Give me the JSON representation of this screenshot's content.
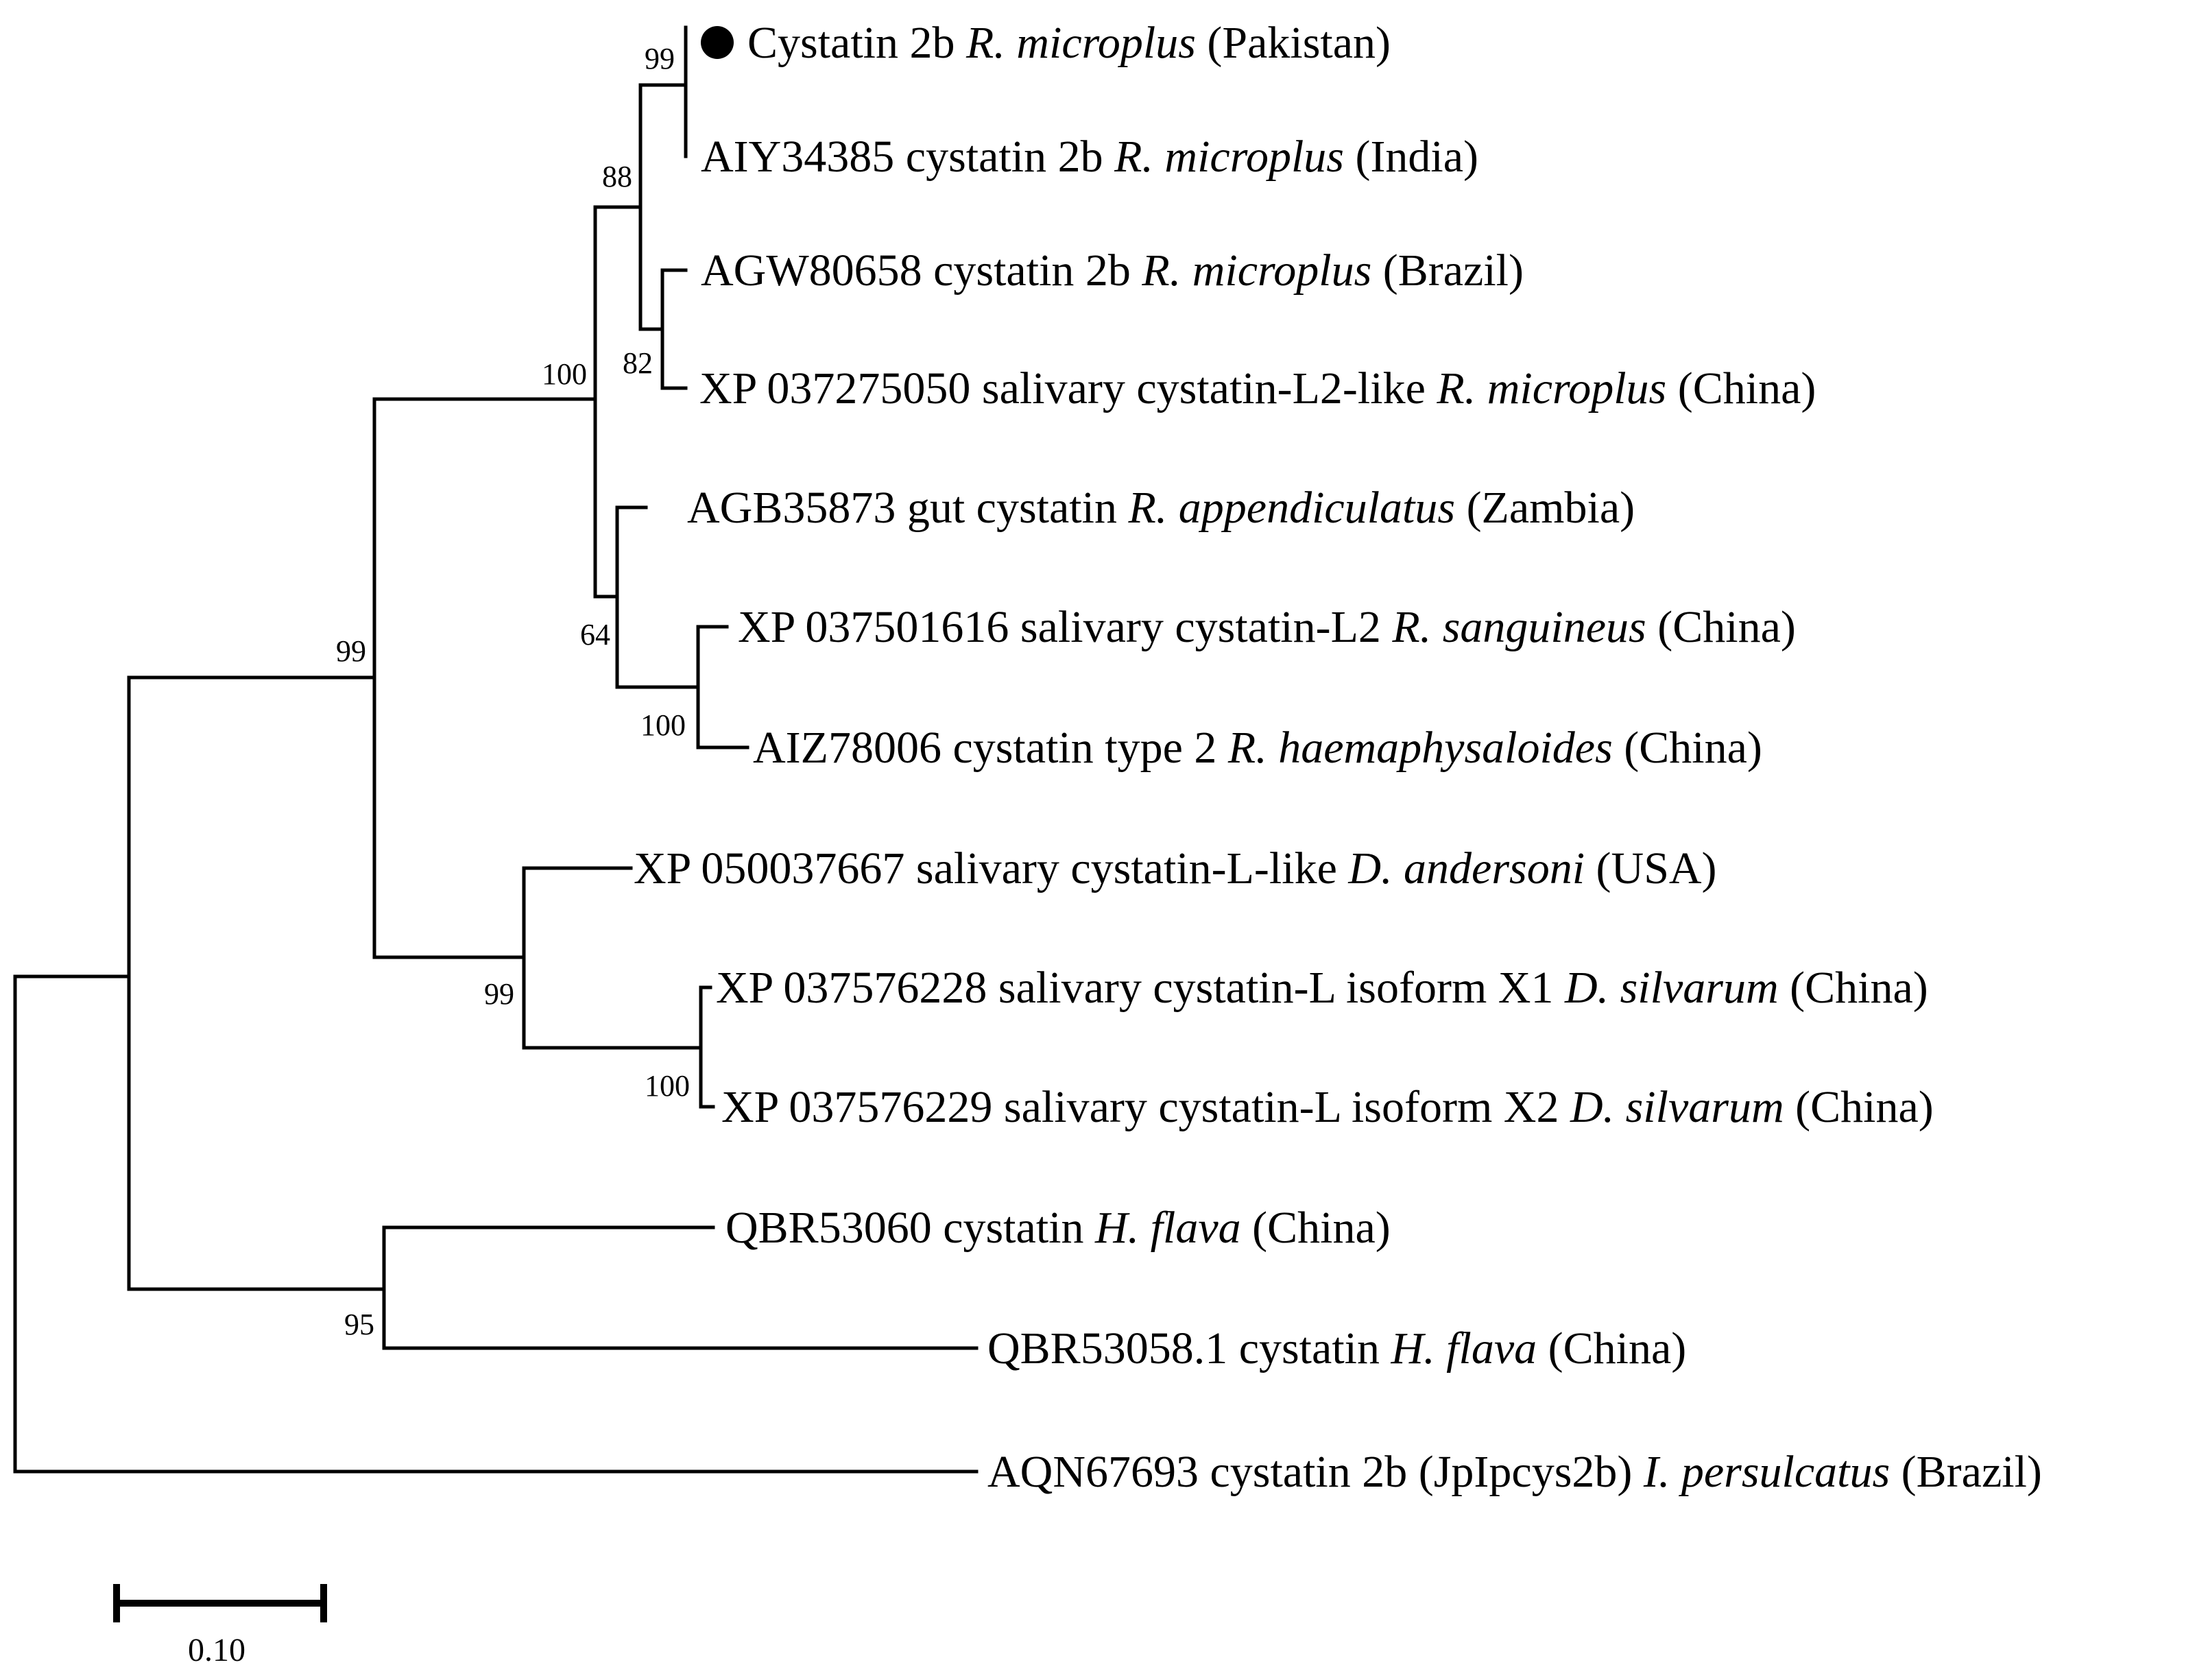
{
  "tree": {
    "marker_color": "#000000",
    "leaves": [
      {
        "id": "L1",
        "parts": [
          [
            "Cystatin 2b ",
            false
          ],
          [
            "R. microplus",
            true
          ],
          [
            " (Pakistan)",
            false
          ]
        ],
        "marker": "filled-circle"
      },
      {
        "id": "L2",
        "parts": [
          [
            "AIY34385 cystatin 2b ",
            false
          ],
          [
            "R. microplus",
            true
          ],
          [
            " (India)",
            false
          ]
        ]
      },
      {
        "id": "L3",
        "parts": [
          [
            "AGW80658 cystatin 2b ",
            false
          ],
          [
            "R. microplus",
            true
          ],
          [
            " (Brazil)",
            false
          ]
        ]
      },
      {
        "id": "L4",
        "parts": [
          [
            "XP 037275050 salivary cystatin-L2-like ",
            false
          ],
          [
            "R. microplus",
            true
          ],
          [
            " (China)",
            false
          ]
        ]
      },
      {
        "id": "L5",
        "parts": [
          [
            "AGB35873 gut cystatin ",
            false
          ],
          [
            "R. appendiculatus",
            true
          ],
          [
            " (Zambia)",
            false
          ]
        ]
      },
      {
        "id": "L6",
        "parts": [
          [
            "XP 037501616 salivary cystatin-L2 ",
            false
          ],
          [
            "R. sanguineus",
            true
          ],
          [
            " (China)",
            false
          ]
        ]
      },
      {
        "id": "L7",
        "parts": [
          [
            "AIZ78006 cystatin type 2 ",
            false
          ],
          [
            "R. haemaphysaloides",
            true
          ],
          [
            " (China)",
            false
          ]
        ]
      },
      {
        "id": "L8",
        "parts": [
          [
            "XP 050037667 salivary cystatin-L-like ",
            false
          ],
          [
            "D. andersoni",
            true
          ],
          [
            " (USA)",
            false
          ]
        ]
      },
      {
        "id": "L9",
        "parts": [
          [
            "XP 037576228 salivary cystatin-L isoform X1 ",
            false
          ],
          [
            "D. silvarum",
            true
          ],
          [
            " (China)",
            false
          ]
        ]
      },
      {
        "id": "L10",
        "parts": [
          [
            "XP 037576229 salivary cystatin-L isoform X2 ",
            false
          ],
          [
            "D. silvarum",
            true
          ],
          [
            " (China)",
            false
          ]
        ]
      },
      {
        "id": "L11",
        "parts": [
          [
            "QBR53060 cystatin ",
            false
          ],
          [
            "H. flava",
            true
          ],
          [
            " (China)",
            false
          ]
        ]
      },
      {
        "id": "L12",
        "parts": [
          [
            "QBR53058.1 cystatin ",
            false
          ],
          [
            "H. flava",
            true
          ],
          [
            " (China)",
            false
          ]
        ]
      },
      {
        "id": "L13",
        "parts": [
          [
            "AQN67693 cystatin 2b (JpIpcys2b) ",
            false
          ],
          [
            "I. persulcatus",
            true
          ],
          [
            " (Brazil)",
            false
          ]
        ]
      }
    ],
    "bootstrap": {
      "n_pak_india": "99",
      "n_ind_bra": "88",
      "n_bra_chn": "82",
      "n_rh_main": "100",
      "n_app": "64",
      "n_san_hae": "100",
      "n_ticks": "99",
      "n_derm": "99",
      "n_silv": "100",
      "n_haema": "95"
    },
    "scale_label": "0.10"
  }
}
